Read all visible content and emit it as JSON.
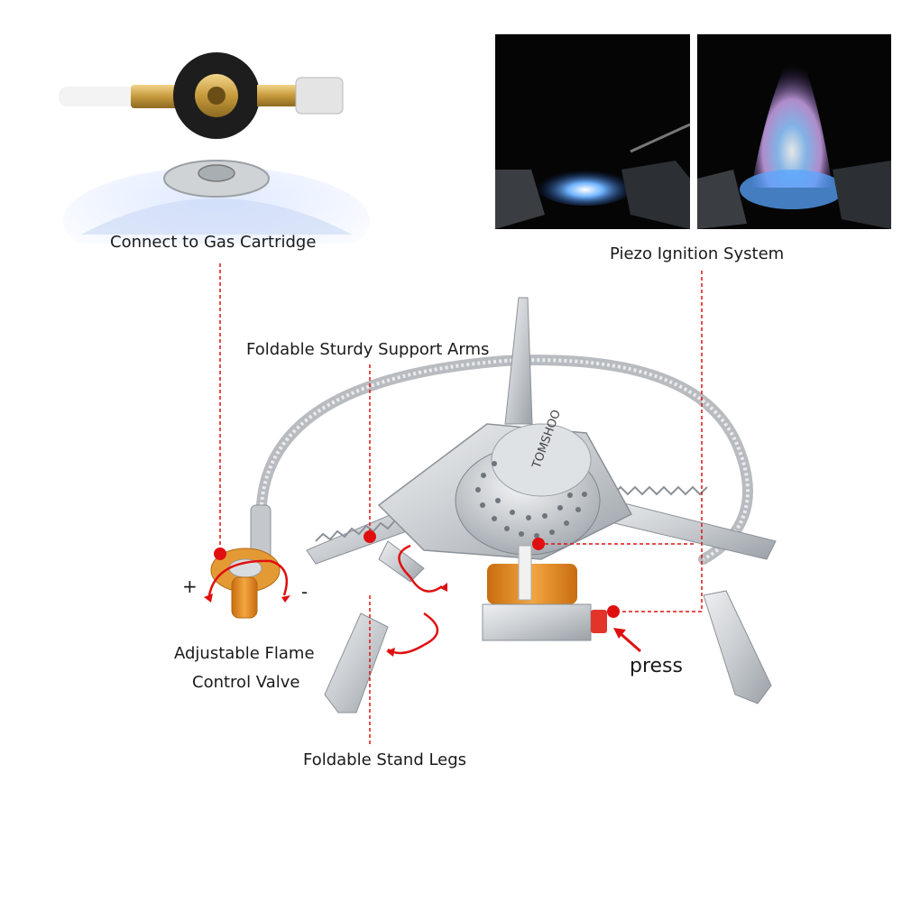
{
  "labels": {
    "gas_cartridge": "Connect to Gas Cartridge",
    "piezo": "Piezo Ignition System",
    "support_arms": "Foldable Sturdy Support Arms",
    "flame_valve_line1": "Adjustable Flame",
    "flame_valve_line2": "Control Valve",
    "stand_legs": "Foldable Stand Legs",
    "press": "press",
    "plus": "+",
    "minus": "-"
  },
  "brand": "TOMSHOO",
  "colors": {
    "callout": "#e01010",
    "steel": "#c9cdd1",
    "brass": "#c79a3c",
    "orange": "#e8901c",
    "flame_blue": "#2a7cff",
    "flame_pink": "#d7a3e8"
  }
}
